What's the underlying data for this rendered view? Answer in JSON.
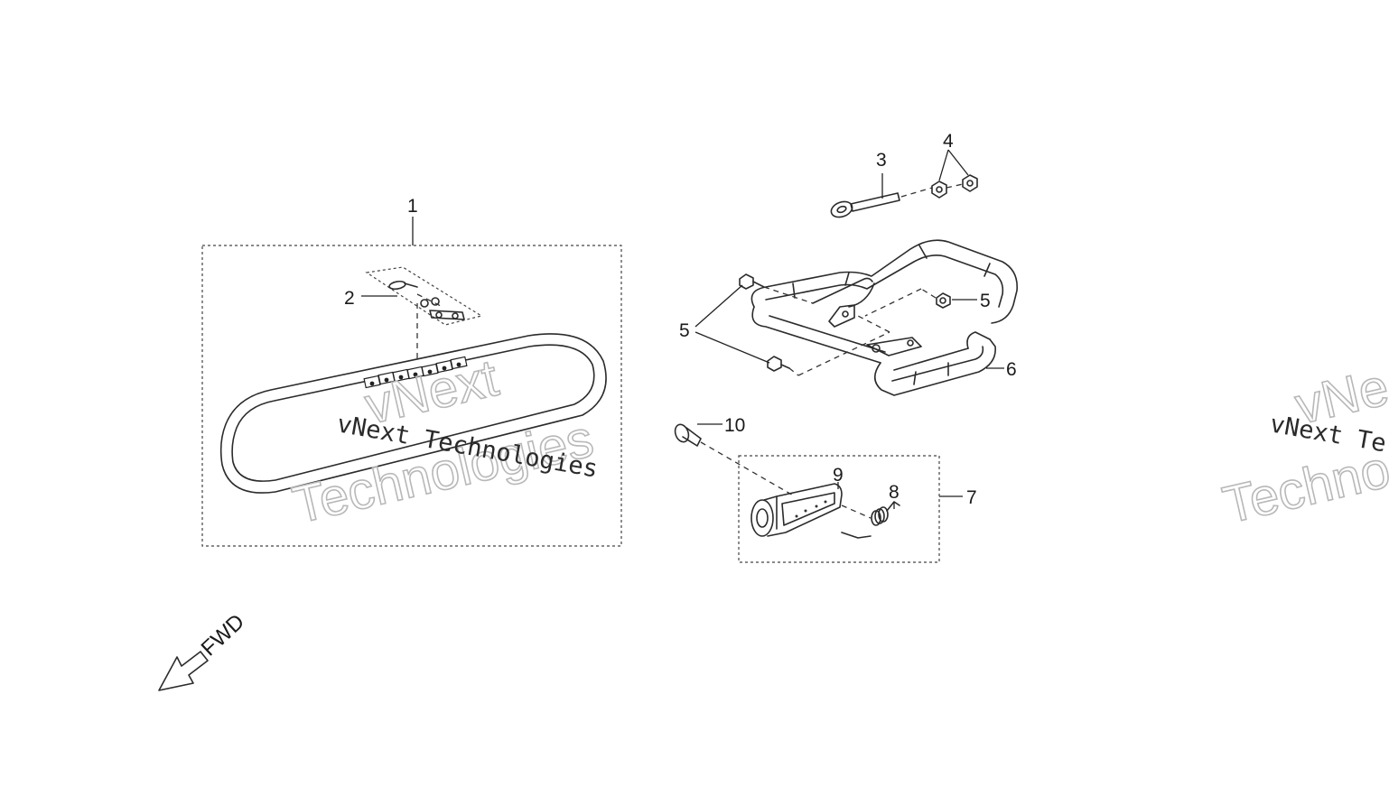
{
  "callouts": {
    "c1": "1",
    "c2": "2",
    "c3": "3",
    "c4": "4",
    "c5a": "5",
    "c5b": "5",
    "c6": "6",
    "c7": "7",
    "c8": "8",
    "c9": "9",
    "c10": "10"
  },
  "direction_label": "FWD",
  "watermark": {
    "line1": "vNext Technologies",
    "line2a": "vNext",
    "line2b": "Technologies",
    "right1": "vNext Te",
    "right2a": "vNe",
    "right2b": "Techno"
  }
}
